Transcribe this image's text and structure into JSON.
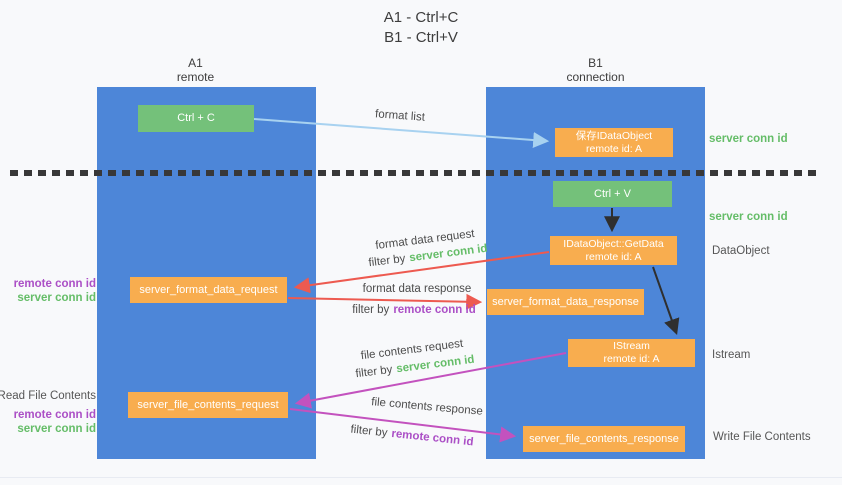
{
  "title": {
    "line1": "A1 - Ctrl+C",
    "line2": "B1 - Ctrl+V"
  },
  "lanes": {
    "left": {
      "name": "A1",
      "subtitle": "remote"
    },
    "right": {
      "name": "B1",
      "subtitle": "connection"
    }
  },
  "nodes": {
    "ctrl_c": {
      "label": "Ctrl + C"
    },
    "save_idataobject": {
      "line1": "保存IDataObject",
      "line2": "remote id: A"
    },
    "ctrl_v": {
      "label": "Ctrl + V"
    },
    "idataobject_getdata": {
      "line1": "IDataObject::GetData",
      "line2": "remote id: A"
    },
    "server_format_data_request": {
      "label": "server_format_data_request"
    },
    "server_format_data_response": {
      "label": "server_format_data_response"
    },
    "istream": {
      "line1": "IStream",
      "line2": "remote id: A"
    },
    "server_file_contents_request": {
      "label": "server_file_contents_request"
    },
    "server_file_contents_response": {
      "label": "server_file_contents_response"
    }
  },
  "flow_labels": {
    "format_list": "format list",
    "format_data_request": "format data request",
    "format_data_request_filter": {
      "prefix": "filter by",
      "key": "server conn id"
    },
    "format_data_response": "format data response",
    "format_data_response_filter": {
      "prefix": "filter by",
      "key": "remote conn id"
    },
    "file_contents_request": "file contents request",
    "file_contents_request_filter": {
      "prefix": "filter by",
      "key": "server conn id"
    },
    "file_contents_response": "file contents response",
    "file_contents_response_filter": {
      "prefix": "filter by",
      "key": "remote conn id"
    }
  },
  "annotations": {
    "server_conn_id_right_top": "server conn id",
    "server_conn_id_right_mid": "server conn id",
    "dataobject": "DataObject",
    "istream": "Istream",
    "write_file_contents": "Write File Contents",
    "remote_conn_id_left_1": "remote conn id",
    "server_conn_id_left_1": "server conn id",
    "read_file_contents": "Read File Contents",
    "remote_conn_id_left_2": "remote conn id",
    "server_conn_id_left_2": "server conn id"
  },
  "colors": {
    "lane_blue": "#4d86d8",
    "action_green": "#74c17a",
    "message_orange": "#f8ad4f",
    "server_conn_green": "#65bd68",
    "remote_conn_purple": "#ab4fc6",
    "format_arrow_red": "#ed5a50",
    "file_arrow_magenta": "#c352be",
    "format_list_arrow_blue": "#a8d2f0",
    "control_arrow_black": "#2f2f2f"
  }
}
